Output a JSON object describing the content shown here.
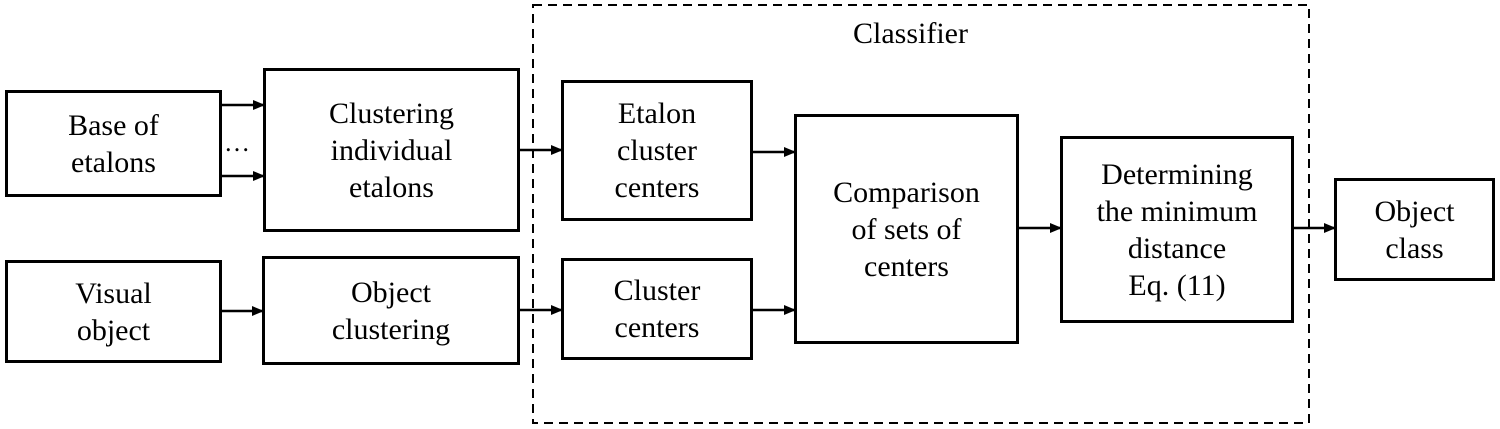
{
  "classifier": {
    "label": "Classifier"
  },
  "ellipsis": "…",
  "nodes": {
    "base_of_etalons": "Base of\netalons",
    "clustering_individual_etalons": "Clustering\nindividual\netalons",
    "visual_object": "Visual\nobject",
    "object_clustering": "Object\nclustering",
    "etalon_cluster_centers": "Etalon\ncluster\ncenters",
    "cluster_centers": "Cluster\ncenters",
    "comparison_of_sets": "Comparison\nof sets of\ncenters",
    "determining_min_distance": "Determining\nthe minimum\ndistance\nEq. (11)",
    "object_class": "Object\nclass"
  }
}
